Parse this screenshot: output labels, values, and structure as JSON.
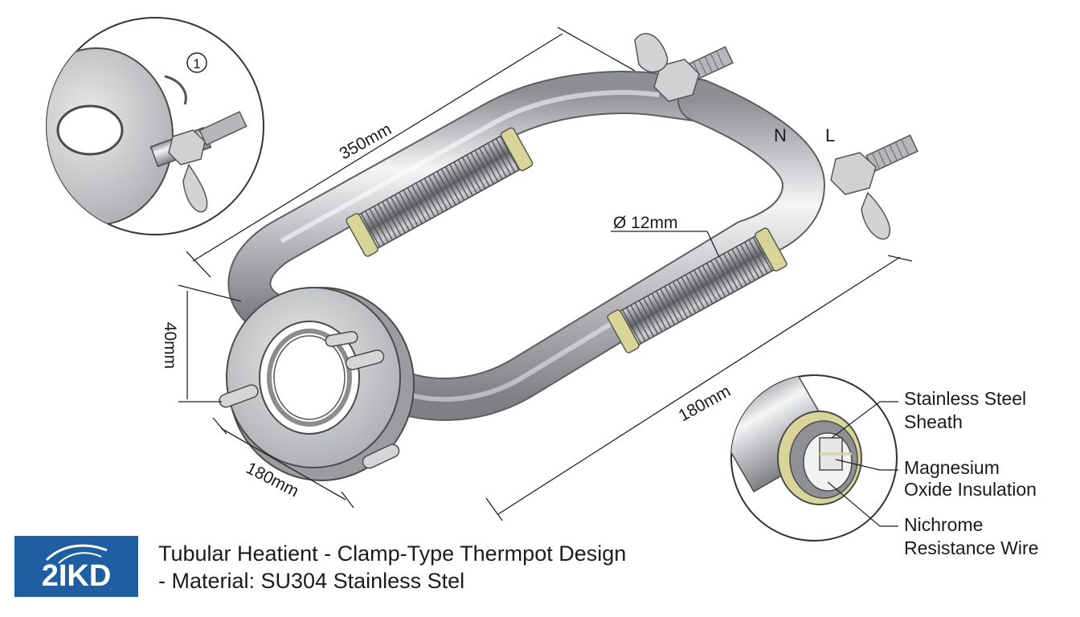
{
  "diagram": {
    "dimensions": {
      "length_top": "350mm",
      "tube_diameter": "Ø 12mm",
      "flange_height": "40mm",
      "flange_width": "180mm",
      "length_right": "180mm"
    },
    "terminals": {
      "neutral": "N",
      "live": "L"
    },
    "detail_marker": "1",
    "cross_section_labels": {
      "sheath_line1": "Stainless Steel",
      "sheath_line2": "Sheath",
      "insulation_line1": "Magnesium",
      "insulation_line2": "Oxide Insulation",
      "wire_line1": "Nichrome",
      "wire_line2": "Resistance Wire"
    }
  },
  "logo": {
    "text": "2IKD",
    "color": "#1d5fa0"
  },
  "caption": {
    "line1": "Tubular Heatient - Clamp-Type Thermpot Design",
    "line2": "- Material: SU304 Stainless Stel"
  },
  "colors": {
    "steel": "#c4c6c9",
    "steel_dark": "#8a8c90",
    "band": "#d8d49a",
    "outline": "#4a4a4a"
  }
}
